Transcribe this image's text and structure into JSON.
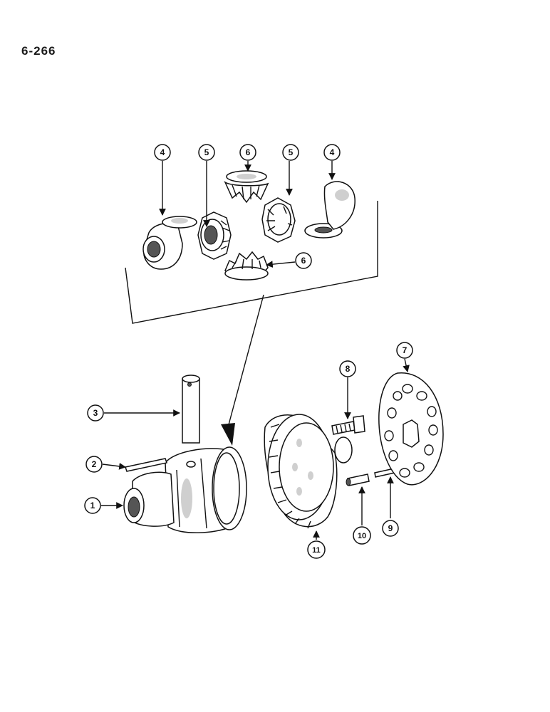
{
  "page_number": "6-266",
  "callouts": {
    "c1": "1",
    "c2": "2",
    "c3": "3",
    "c4a": "4",
    "c4b": "4",
    "c5a": "5",
    "c5b": "5",
    "c6a": "6",
    "c6b": "6",
    "c7": "7",
    "c8": "8",
    "c9": "9",
    "c10": "10",
    "c11": "11"
  }
}
